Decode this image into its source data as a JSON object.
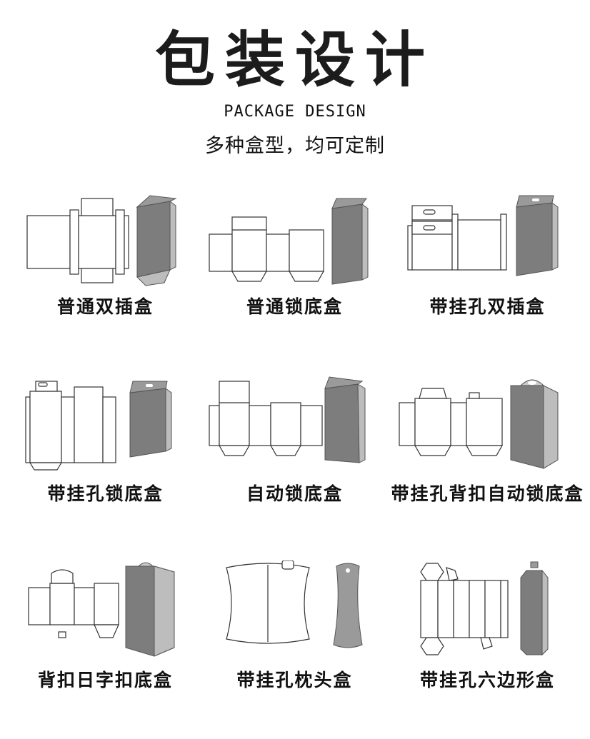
{
  "header": {
    "title": "包装设计",
    "subtitle_en": "PACKAGE DESIGN",
    "subtitle_cn": "多种盒型，均可定制"
  },
  "boxes": [
    {
      "label": "普通双插盒"
    },
    {
      "label": "普通锁底盒"
    },
    {
      "label": "带挂孔双插盒"
    },
    {
      "label": "带挂孔锁底盒"
    },
    {
      "label": "自动锁底盒"
    },
    {
      "label": "带挂孔背扣自动锁底盒"
    },
    {
      "label": "背扣日字扣底盒"
    },
    {
      "label": "带挂孔枕头盒"
    },
    {
      "label": "带挂孔六边形盒"
    }
  ]
}
